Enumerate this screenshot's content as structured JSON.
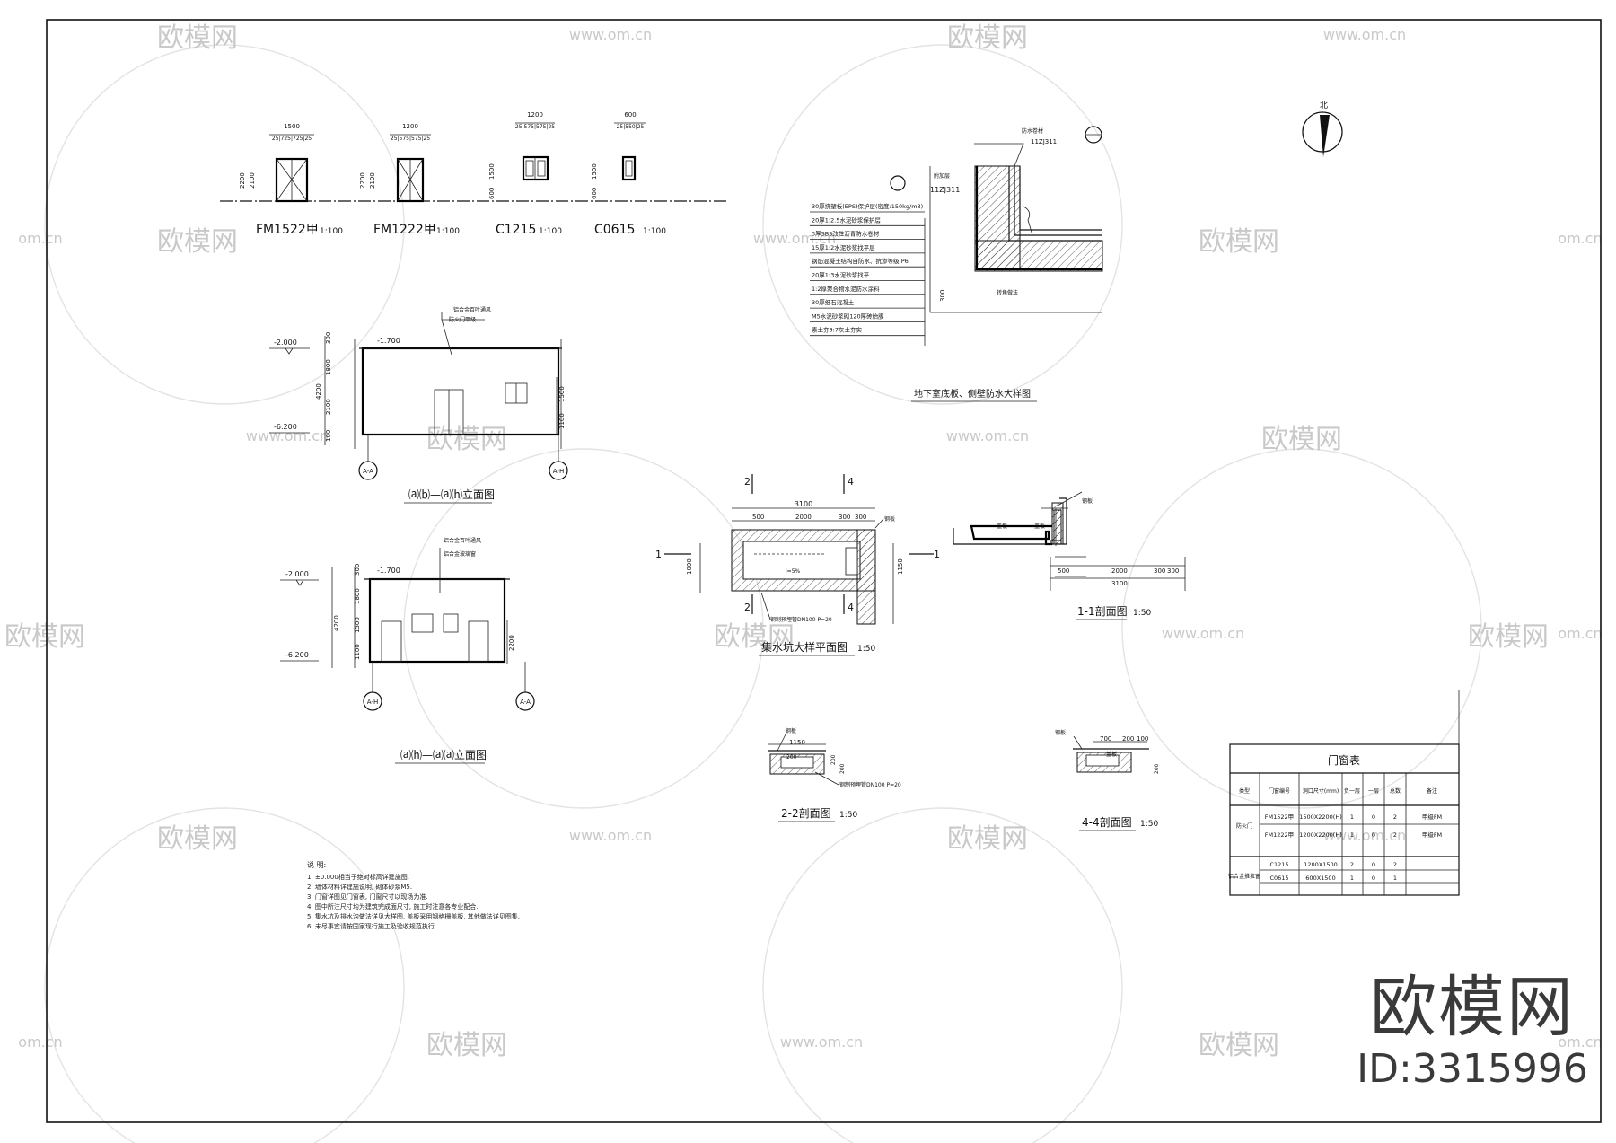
{
  "door_labels": [
    {
      "code": "FM1522甲",
      "scale": "1:100",
      "width": "1500",
      "splits": "25|725|725|25",
      "h_total": "2200",
      "h_sub": "2100"
    },
    {
      "code": "FM1222甲",
      "scale": "1:100",
      "width": "1200",
      "splits": "25|575|575|25",
      "h_total": "2200",
      "h_sub": "2100"
    },
    {
      "code": "C1215",
      "scale": "1:100",
      "width": "1200",
      "splits": "25|575|575|25",
      "h_total": "1500",
      "h_sub": "600"
    },
    {
      "code": "C0615",
      "scale": "1:100",
      "width": "600",
      "splits": "25|550|25",
      "h_total": "1500",
      "h_sub": "600"
    }
  ],
  "elevation1": {
    "title": "⒜⒝—⒜⒣立面图",
    "axis_left": "A-A",
    "axis_right": "A-H",
    "levels": [
      "-2.000",
      "-1.700",
      "-6.200"
    ],
    "dims": [
      "300",
      "1800",
      "4200",
      "2100",
      "100",
      "1500",
      "1100"
    ],
    "notes": [
      "铝合金百叶通风",
      "防火门甲级"
    ]
  },
  "elevation2": {
    "title": "⒜⒣—⒜⒜立面图",
    "axis_left": "A-H",
    "axis_right": "A-A",
    "levels": [
      "-2.000",
      "-1.700",
      "-6.200"
    ],
    "dims": [
      "300",
      "1800",
      "4200",
      "1500",
      "1100",
      "2200"
    ],
    "notes": [
      "铝合金百叶通风",
      "铝合金玻璃窗"
    ]
  },
  "waterproof": {
    "title": "地下室底板、侧壁防水大样图",
    "ref": "11ZJ311",
    "layers": [
      "30厚挤塑板(EPS)保护层(密度:150kg/m3)",
      "20厚1:2.5水泥砂浆保护层",
      "3厚SBS改性沥青防水卷材",
      "15厚1:2水泥砂浆找平层",
      "钢筋混凝土结构自防水、抗渗等级:P6",
      "20厚1:3水泥砂浆找平",
      "1:2厚聚合物水泥防水涂料",
      "30厚细石混凝土",
      "M5水泥砂浆砌120厚砖胎膜",
      "素土夯3:7灰土夯实"
    ],
    "side_labels": [
      "防水卷材",
      "附加层",
      "11ZJ311",
      "转角做法"
    ],
    "dim": "300"
  },
  "pit_plan": {
    "title": "集水坑大样平面图",
    "scale": "1:50",
    "section_marks": [
      "2",
      "4",
      "1",
      "1",
      "2",
      "4"
    ],
    "dims": [
      "3100",
      "500",
      "2000",
      "300",
      "300",
      "1000",
      "1150",
      "i=5%"
    ],
    "labels": [
      "钢板",
      "钢制预埋管DN100 P=20"
    ]
  },
  "sec11": {
    "title": "1-1剖面图",
    "scale": "1:50",
    "dims": [
      "500",
      "2000",
      "300",
      "300",
      "3100"
    ],
    "labels": [
      "盖板",
      "盖板",
      "钢板"
    ]
  },
  "sec22": {
    "title": "2-2剖面图",
    "scale": "1:50",
    "dims": [
      "1150",
      "200",
      "200",
      "200"
    ],
    "labels": [
      "钢板",
      "钢制预埋管DN100 P=20"
    ]
  },
  "sec44": {
    "title": "4-4剖面图",
    "scale": "1:50",
    "dims": [
      "700",
      "200",
      "100",
      "200"
    ],
    "labels": [
      "钢板",
      "盖板"
    ]
  },
  "table": {
    "title": "门窗表",
    "headers": [
      "类型",
      "门窗编号",
      "洞口尺寸(mm)",
      "负一层",
      "一层",
      "总数",
      "备注"
    ],
    "groups": [
      {
        "type": "防火门",
        "rows": [
          [
            "FM1522甲",
            "1500X2200(H)",
            "1",
            "0",
            "2",
            "甲级FM"
          ],
          [
            "FM1222甲",
            "1200X2200(H)",
            "1",
            "0",
            "2",
            "甲级FM"
          ]
        ]
      },
      {
        "type": "铝合金推拉窗",
        "rows": [
          [
            "C1215",
            "1200X1500",
            "2",
            "0",
            "2",
            ""
          ],
          [
            "C0615",
            "600X1500",
            "1",
            "0",
            "1",
            ""
          ]
        ]
      }
    ]
  },
  "notes": {
    "heading": "说 明:",
    "items": [
      "1. ±0.000相当于绝对标高详建施图.",
      "2. 墙体材料详建施说明, 砌体砂浆M5.",
      "3. 门窗详图见门窗表, 门窗尺寸以现场为准.",
      "4. 图中所注尺寸均为建筑完成面尺寸, 施工时注意各专业配合.",
      "5. 集水坑及排水沟做法详见大样图, 盖板采用钢格栅盖板, 其他做法详见图集.",
      "6. 未尽事宜请按国家现行施工及验收规范执行."
    ]
  },
  "north_label": "北",
  "watermarks": {
    "brand": "欧模网",
    "site": "www.om.cn",
    "site_short": "om.cn"
  },
  "brand": {
    "name": "欧模网",
    "id": "ID:3315996"
  },
  "colors": {
    "line": "#111111",
    "watermark": "#c9c9c9",
    "brand": "#3a3a3a"
  }
}
